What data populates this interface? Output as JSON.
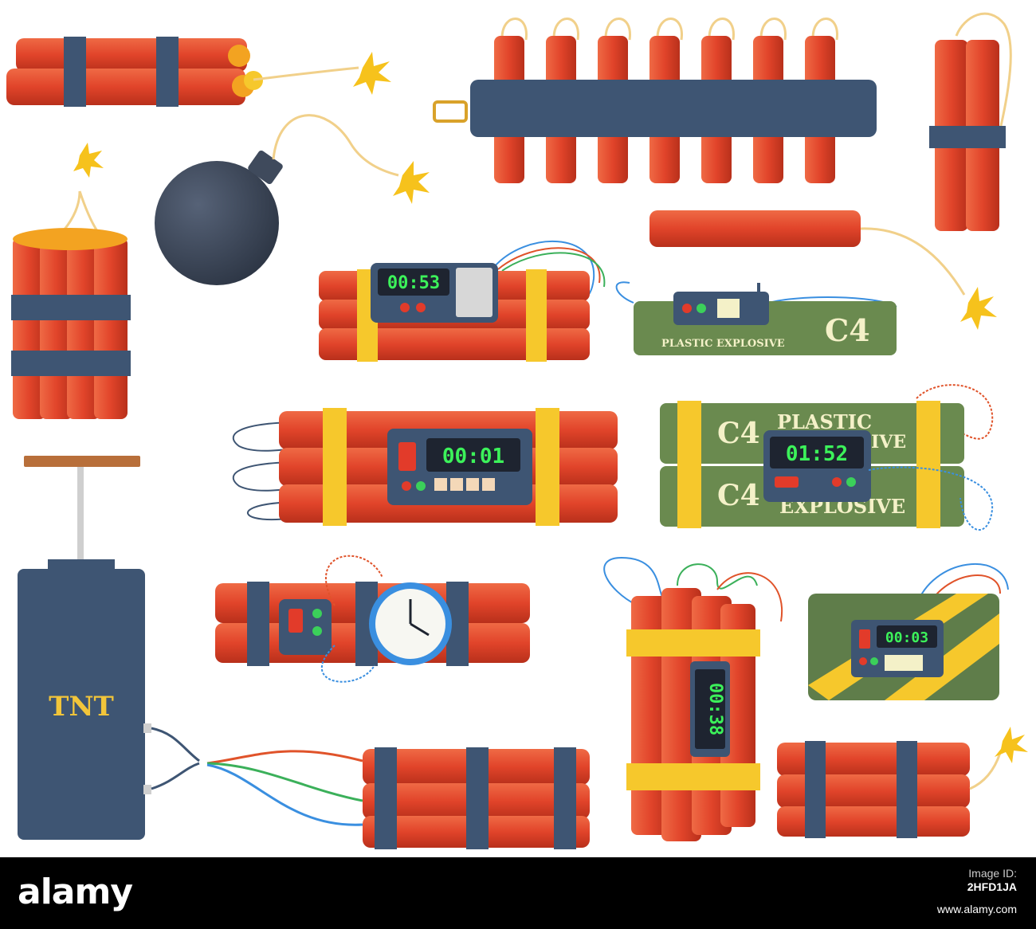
{
  "timers": {
    "keypad_bomb": "00:53",
    "big_bundle": "00:01",
    "c4_pack": "01:52",
    "vertical_bundle": "00:38",
    "green_box": "00:03"
  },
  "labels": {
    "c4_small_title": "C4",
    "c4_small_sub": "PLASTIC EXPLOSIVE",
    "c4_top_code": "C4",
    "c4_top_word": "PLASTIC",
    "c4_top_tail": "IVE",
    "c4_bottom_code": "C4",
    "c4_bottom_word": "EXPLOSIVE",
    "tnt": "TNT"
  },
  "footer": {
    "logo": "alamy",
    "image_id_label": "Image ID:",
    "image_id": "2HFD1JA",
    "url": "www.alamy.com"
  },
  "colors": {
    "stick_red": "#e1442a",
    "stick_dark": "#b8301b",
    "band": "#3e5573",
    "tape": "#f6c82c",
    "c4_green": "#64804a",
    "bomb": "#3f4a5c",
    "spark": "#f6c21c",
    "display_text": "#3cf25a"
  }
}
